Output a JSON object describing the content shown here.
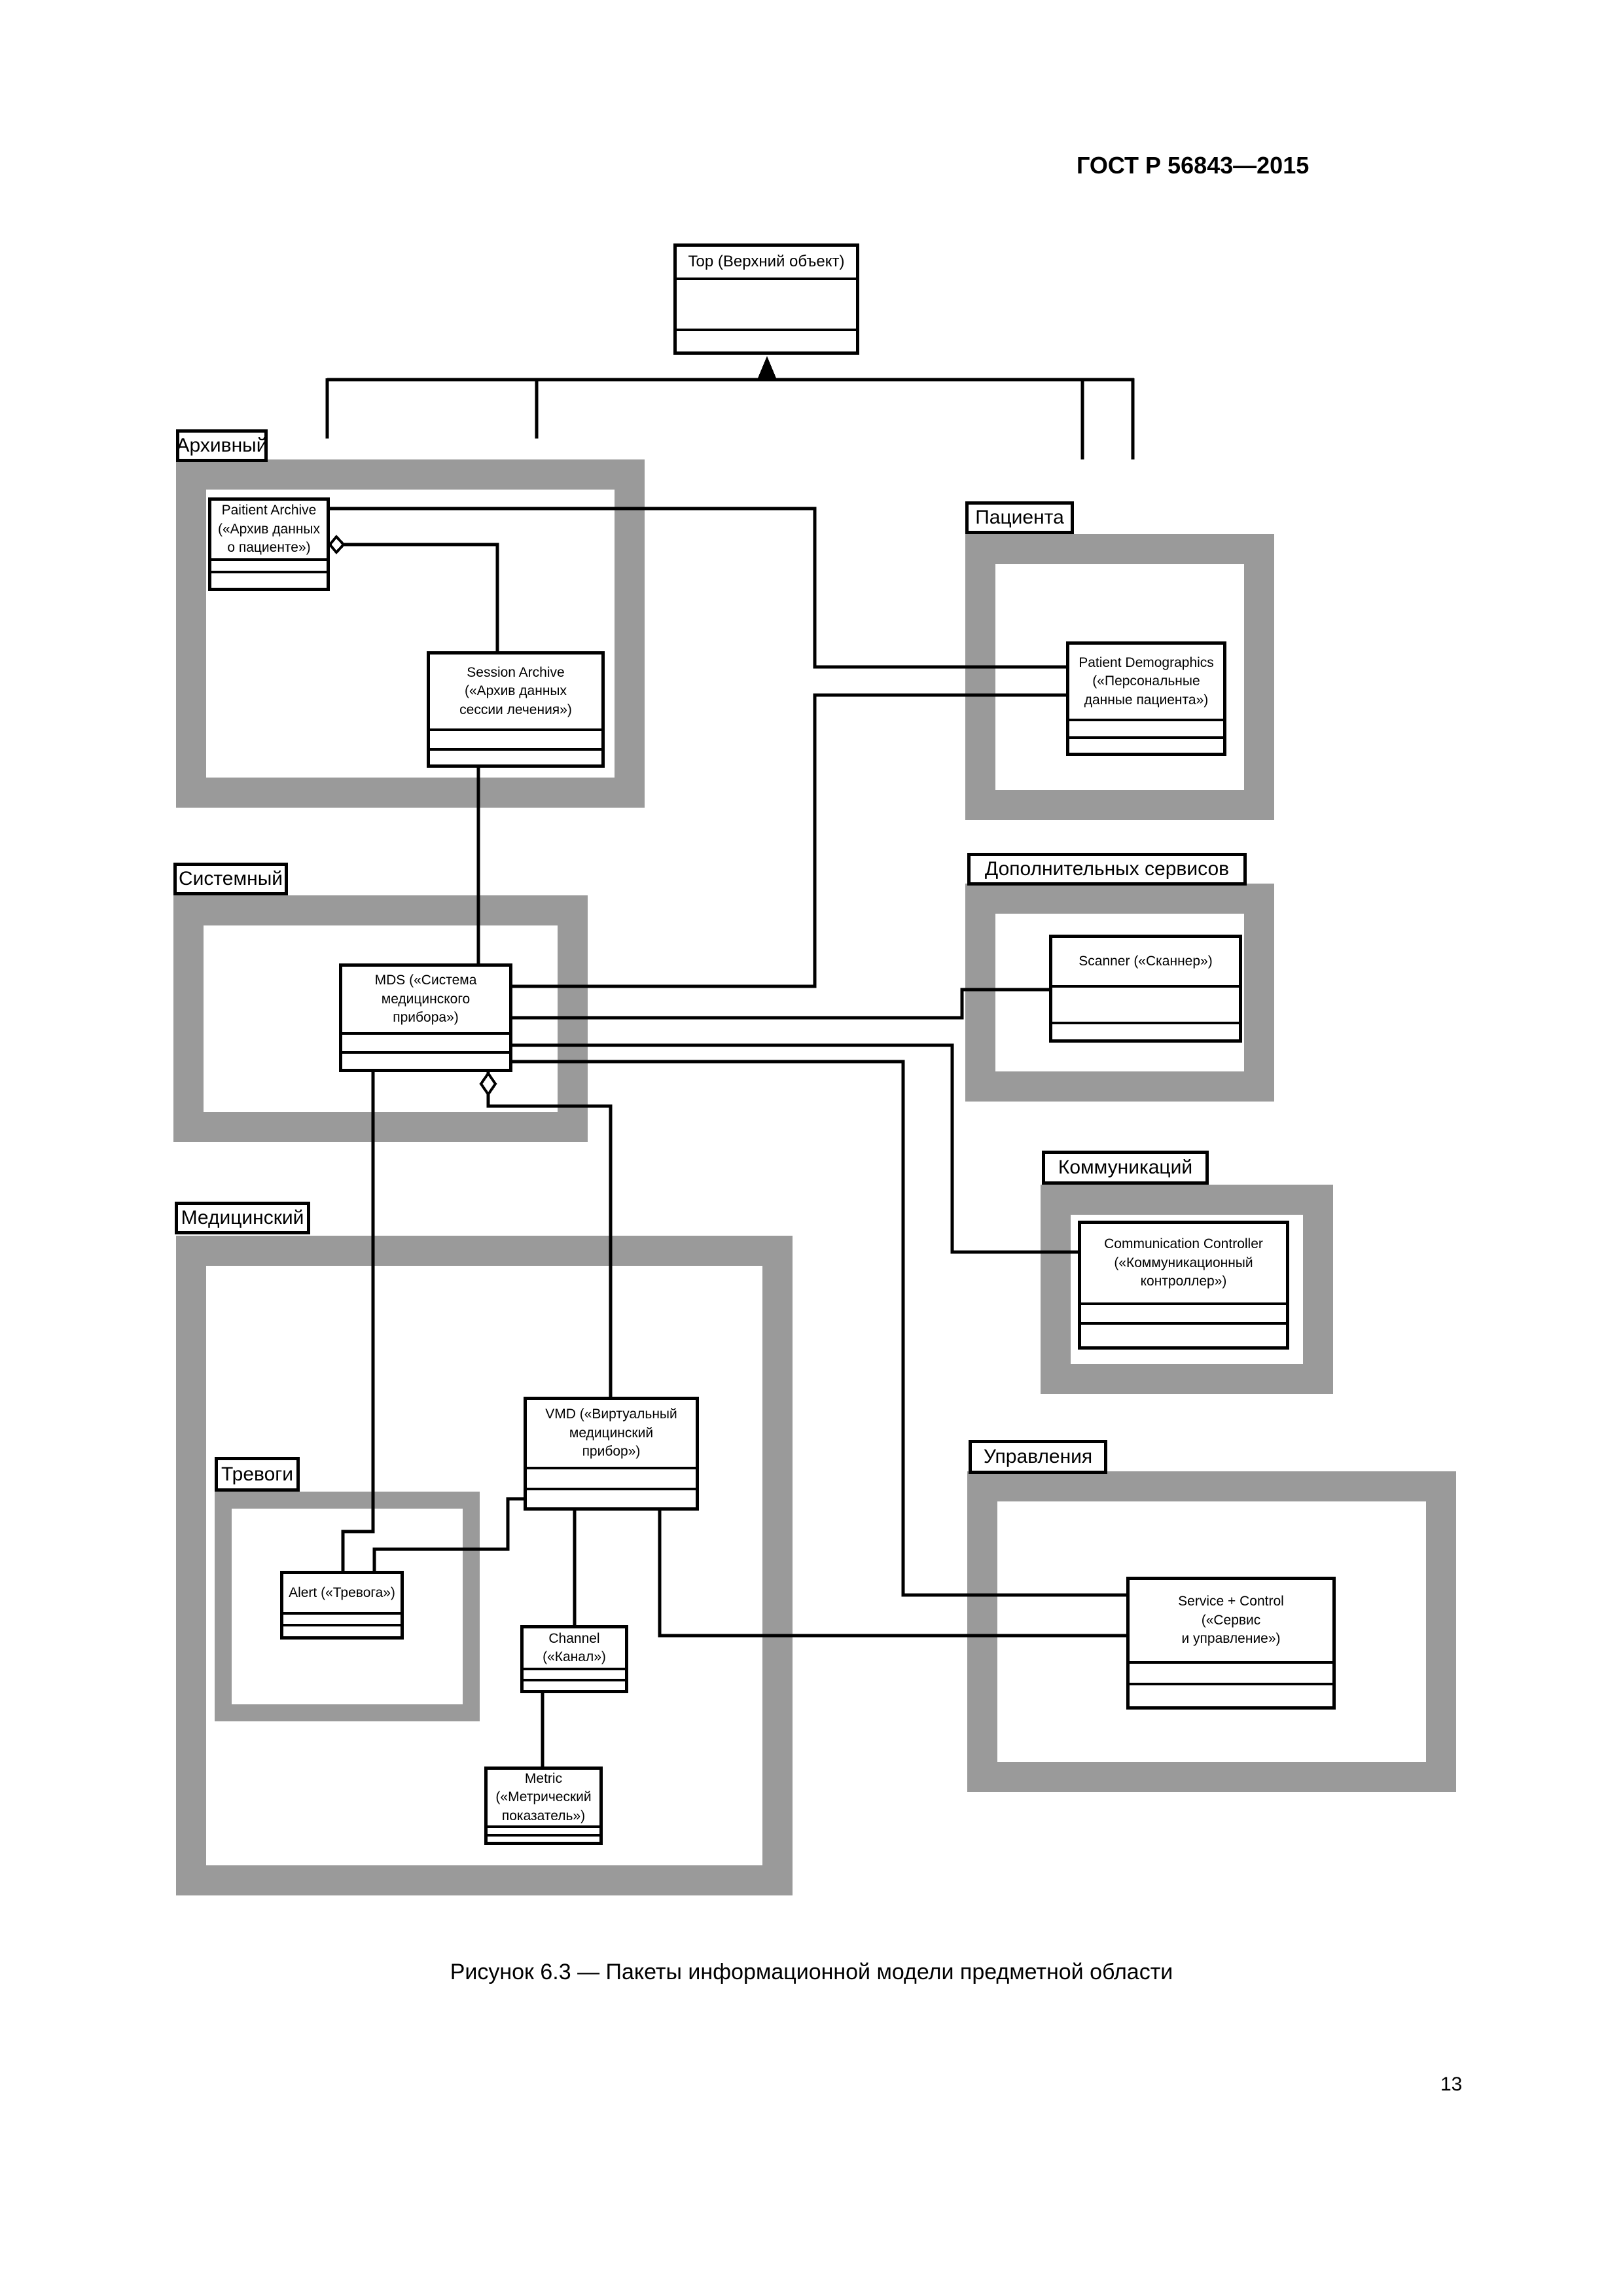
{
  "page": {
    "header": "ГОСТ Р 56843—2015",
    "caption": "Рисунок 6.3 — Пакеты информационной модели предметной области",
    "page_number": "13"
  },
  "diagram": {
    "top_class": {
      "title": "Top (Верхний объект)"
    },
    "packages": {
      "archive": {
        "label": "Архивный"
      },
      "patient": {
        "label": "Пациента"
      },
      "system": {
        "label": "Системный"
      },
      "services": {
        "label": "Дополнительных сервисов"
      },
      "communications": {
        "label": "Коммуникаций"
      },
      "medical": {
        "label": "Медицинский"
      },
      "alarms": {
        "label": "Тревоги"
      },
      "control": {
        "label": "Управления"
      }
    },
    "classes": {
      "patient_archive": {
        "title": "Paitient Archive\n(«Архив данных\nо пациенте»)"
      },
      "session_archive": {
        "title": "Session Archive\n(«Архив данных\nсессии лечения»)"
      },
      "patient_demographics": {
        "title": "Patient Demographics\n(«Персональные\nданные пациента»)"
      },
      "mds": {
        "title": "MDS («Система\nмедицинского\nприбора»)"
      },
      "scanner": {
        "title": "Scanner («Сканнер»)"
      },
      "communication_controller": {
        "title": "Communication Controller\n(«Коммуникационный\nконтроллер»)"
      },
      "vmd": {
        "title": "VMD («Виртуальный\nмедицинский\nприбор»)"
      },
      "alert": {
        "title": "Alert («Тревога»)"
      },
      "channel": {
        "title": "Channel\n(«Канал»)"
      },
      "metric": {
        "title": "Metric\n(«Метрический\nпоказатель»)"
      },
      "service_control": {
        "title": "Service + Control\n(«Сервис\nи управление»)"
      }
    }
  }
}
